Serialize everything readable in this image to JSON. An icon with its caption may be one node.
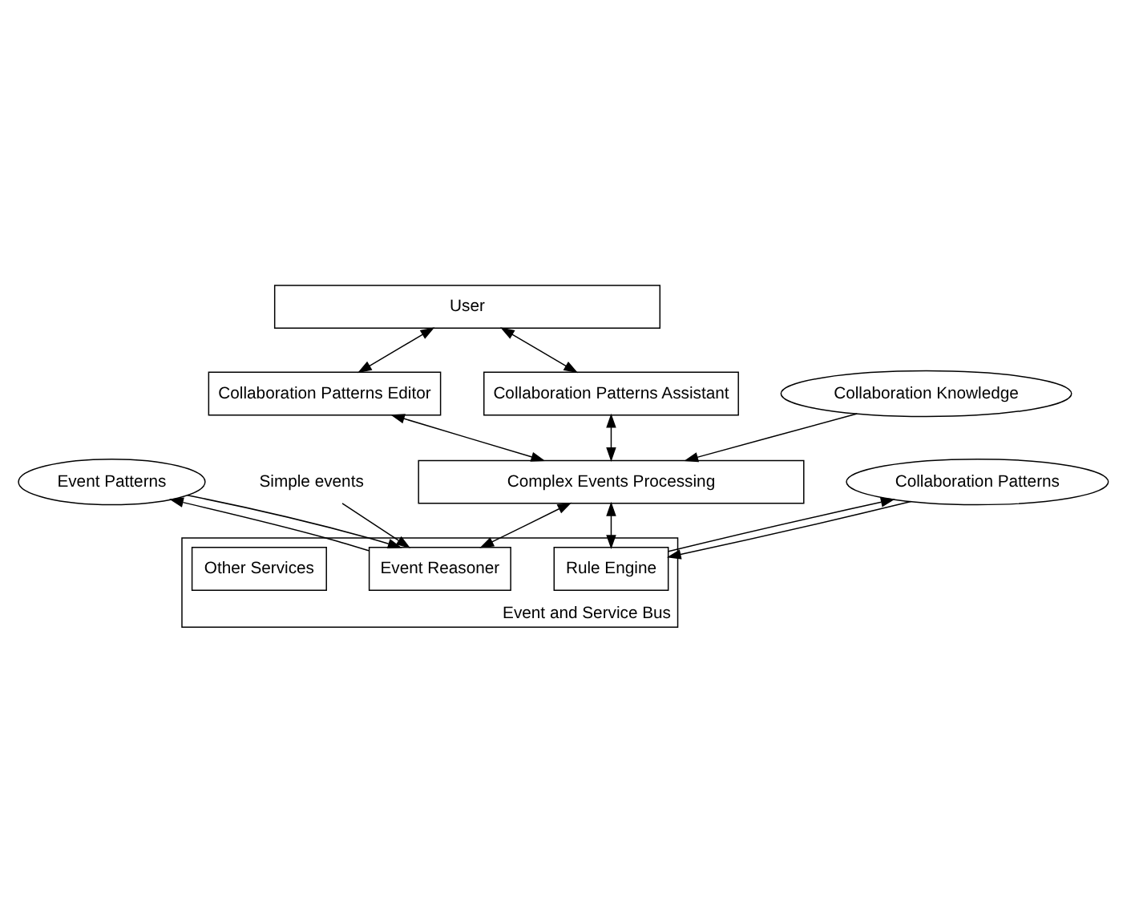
{
  "diagram": {
    "nodes": [
      {
        "text": [
          "User"
        ]
      },
      {
        "text": [
          "Collaboration Patterns Assistant"
        ]
      },
      {
        "text": [
          "Collaboration Patterns Editor"
        ]
      },
      {
        "text": [
          "Complex Events Processing"
        ]
      },
      {
        "text": [
          "Collaboration Knowledge"
        ]
      },
      {
        "text": [
          "Event and Service Bus"
        ]
      },
      {
        "text": [
          "Event Reasoner"
        ],
        "in": 5
      },
      {
        "text": [
          "Rule Engine"
        ],
        "in": 5
      },
      {
        "text": [
          "Other Services"
        ],
        "in": 5
      },
      {
        "text": [
          "Simple events"
        ]
      },
      {
        "text": [
          "Event Patterns"
        ]
      },
      {
        "text": [
          "Collaboration Patterns"
        ]
      }
    ],
    "edges": [
      {
        "from": 0,
        "to": 1,
        "arrow": "both"
      },
      {
        "from": 0,
        "to": 2,
        "arrow": "both"
      },
      {
        "from": 1,
        "to": 3,
        "arrow": "both"
      },
      {
        "from": 2,
        "to": 3,
        "arrow": "both"
      },
      {
        "from": 4,
        "to": 3,
        "arrow": "to"
      },
      {
        "from": 3,
        "to": 6,
        "arrow": "both"
      },
      {
        "from": 3,
        "to": 7,
        "arrow": "both"
      },
      {
        "from": 9,
        "to": 6,
        "arrow": "to"
      },
      {
        "from": 10,
        "to": 6,
        "arrow": "to"
      },
      {
        "from": 6,
        "to": 10,
        "arrow": "to"
      },
      {
        "from": 11,
        "to": 7,
        "arrow": "to"
      },
      {
        "from": 7,
        "to": 11,
        "arrow": "to"
      }
    ]
  }
}
